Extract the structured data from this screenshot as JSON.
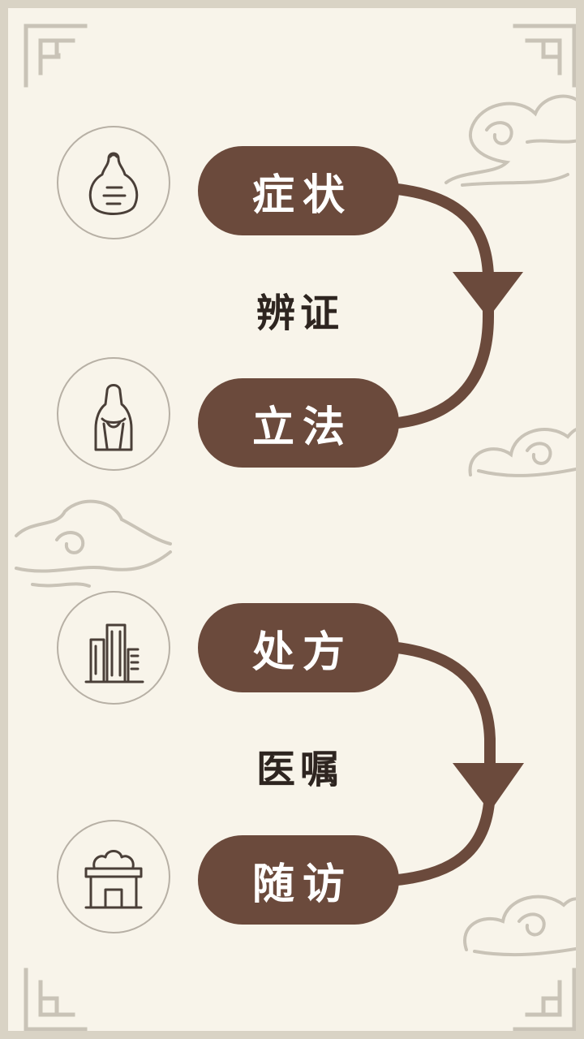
{
  "colors": {
    "background": "#f8f4ea",
    "pill": "#6b4a3c",
    "pill_text": "#ffffff",
    "label_text": "#2e2520",
    "arrow": "#6b4a3c",
    "circle_border": "#b7b0a5",
    "decoration": "#c9c3b7"
  },
  "groups": [
    {
      "top": {
        "label": "症状",
        "icon": "gourd-icon"
      },
      "middle": "辨证",
      "bottom": {
        "label": "立法",
        "icon": "statue-icon"
      }
    },
    {
      "top": {
        "label": "处方",
        "icon": "buildings-icon"
      },
      "middle": "医嘱",
      "bottom": {
        "label": "随访",
        "icon": "house-icon"
      }
    }
  ]
}
